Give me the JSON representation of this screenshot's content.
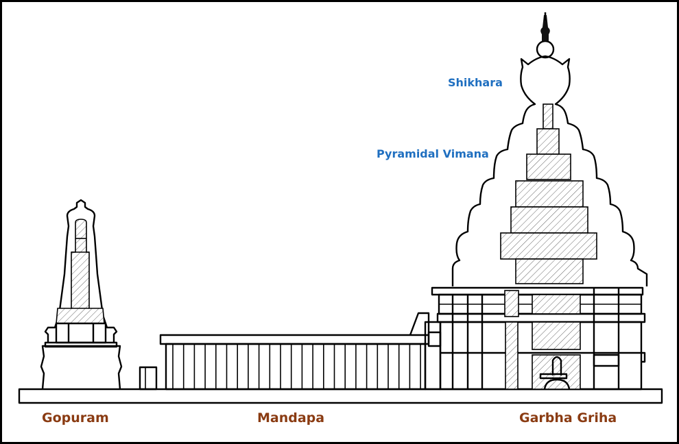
{
  "labels": {
    "shikhara": "Shikhara",
    "vimana": "Pyramidal Vimana",
    "gopuram": "Gopuram",
    "mandapa": "Mandapa",
    "garbha_griha": "Garbha Griha"
  },
  "colors": {
    "annotation": "#1f6fc0",
    "section": "#8a3b12"
  }
}
